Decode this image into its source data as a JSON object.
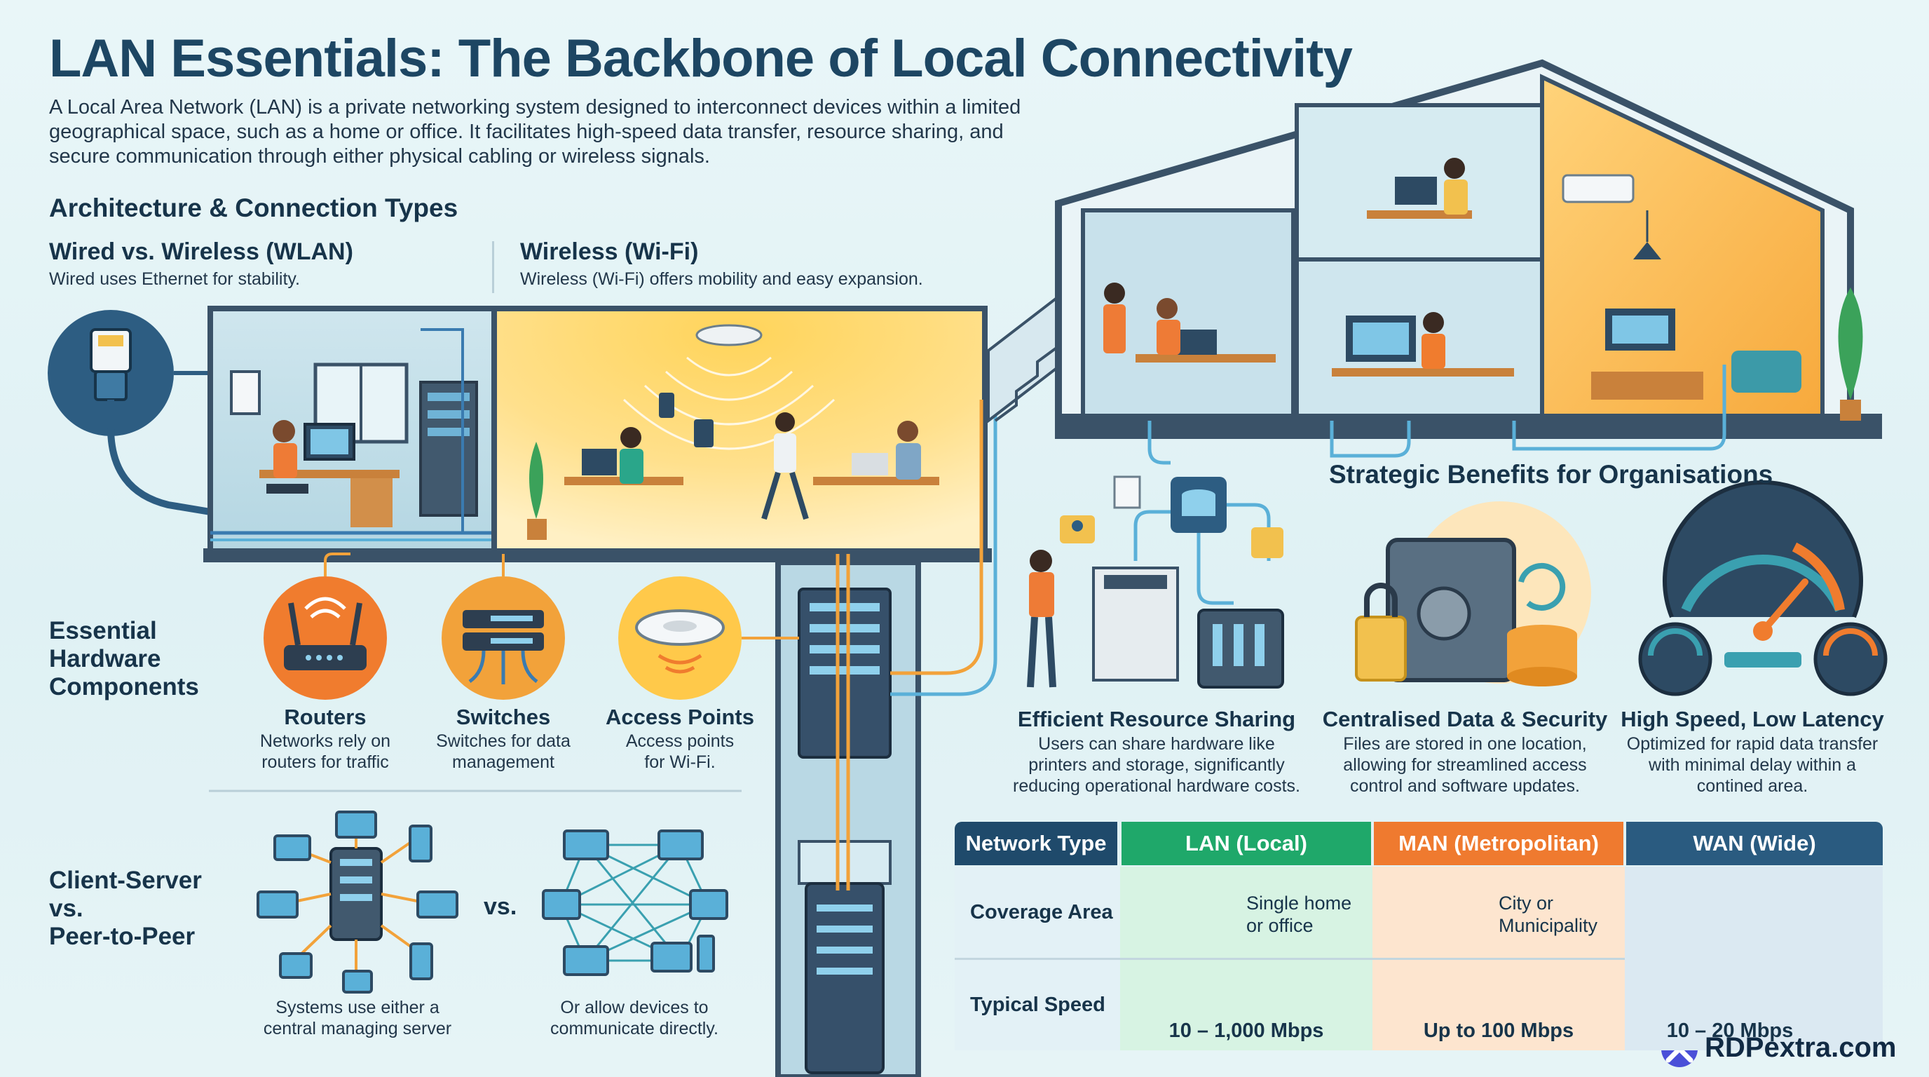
{
  "title": "LAN Essentials: The Backbone of Local Connectivity",
  "intro": "A Local Area Network (LAN) is a private networking system designed to interconnect devices within a limited geographical space, such as a home or office. It facilitates high-speed data transfer, resource sharing, and secure communication through either physical cabling or wireless signals.",
  "architecture": {
    "heading": "Architecture & Connection Types",
    "wired_title": "Wired vs. Wireless (WLAN)",
    "wired_desc": "Wired uses Ethernet for stability.",
    "wireless_title": "Wireless (Wi-Fi)",
    "wireless_desc": "Wireless (Wi-Fi) offers mobility and easy expansion."
  },
  "hardware": {
    "heading_line1": "Essential",
    "heading_line2": "Hardware",
    "heading_line3": "Components",
    "items": [
      {
        "label": "Routers",
        "desc_line1": "Networks rely on",
        "desc_line2": "routers for traffic",
        "icon": "router-icon"
      },
      {
        "label": "Switches",
        "desc_line1": "Switches for data",
        "desc_line2": "management",
        "icon": "switch-icon"
      },
      {
        "label": "Access Points",
        "desc_line1": "Access points",
        "desc_line2": "for Wi-Fi.",
        "icon": "access-point-icon"
      }
    ]
  },
  "models": {
    "heading_line1": "Client-Server",
    "heading_line2": "vs.",
    "heading_line3": "Peer-to-Peer",
    "vs": "vs.",
    "client_server_caption_line1": "Systems use either a",
    "client_server_caption_line2": "central managing server",
    "p2p_caption_line1": "Or allow devices to",
    "p2p_caption_line2": "communicate directly."
  },
  "benefits": {
    "heading": "Strategic Benefits for Organisations",
    "items": [
      {
        "title": "Efficient Resource Sharing",
        "line1": "Users can share hardware like",
        "line2": "printers and storage, significantly",
        "line3": "reducing operational hardware costs."
      },
      {
        "title": "Centralised Data & Security",
        "line1": "Files are stored in one location,",
        "line2": "allowing for streamlined access",
        "line3": "control and software updates."
      },
      {
        "title": "High Speed, Low Latency",
        "line1": "Optimized for rapid data transfer",
        "line2": "with minimal delay within a",
        "line3": "contined area."
      }
    ]
  },
  "table": {
    "headers": [
      "Network Type",
      "LAN (Local)",
      "MAN (Metropolitan)",
      "WAN (Wide)"
    ],
    "header_colors": [
      "#1f4a6b",
      "#1fa86a",
      "#ef7a2f",
      "#2a5b80"
    ],
    "rows": [
      {
        "label": "Coverage Area",
        "lan_line1": "Single home",
        "lan_line2": "or office",
        "man_line1": "City or",
        "man_line2": "Municipality"
      },
      {
        "label": "Typical Speed",
        "lan": "10 – 1,000 Mbps",
        "man": "Up to 100 Mbps",
        "wan": "10 – 20 Mbps"
      }
    ]
  },
  "brand": "RDPextra.com",
  "colors": {
    "accent_orange": "#f07c2e",
    "accent_blue": "#1d4663",
    "wifi_yellow": "#ffc94a"
  }
}
